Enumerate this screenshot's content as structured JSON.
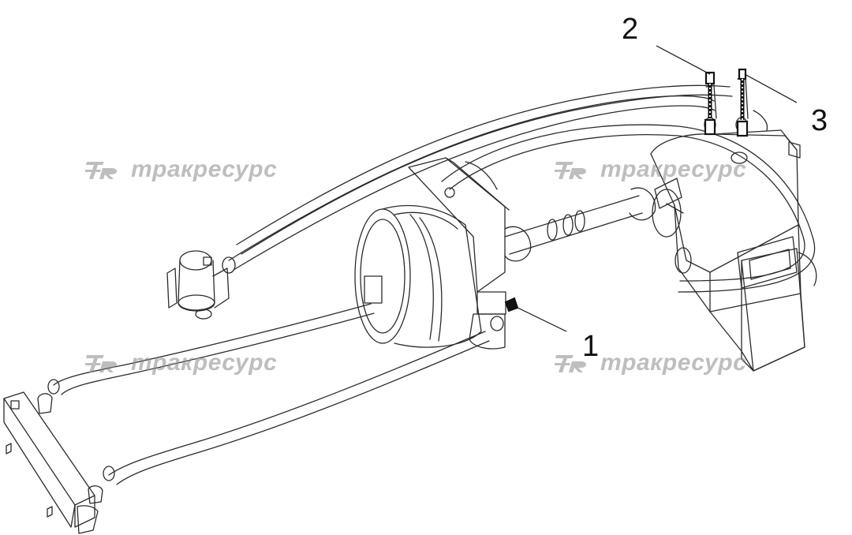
{
  "callouts": [
    "1",
    "2",
    "3"
  ],
  "watermark": {
    "text": "тракресурс",
    "logo": "TR"
  },
  "colors": {
    "line": "#2b2b2b",
    "watermark": "#8a8a8a",
    "background": "#ffffff"
  }
}
